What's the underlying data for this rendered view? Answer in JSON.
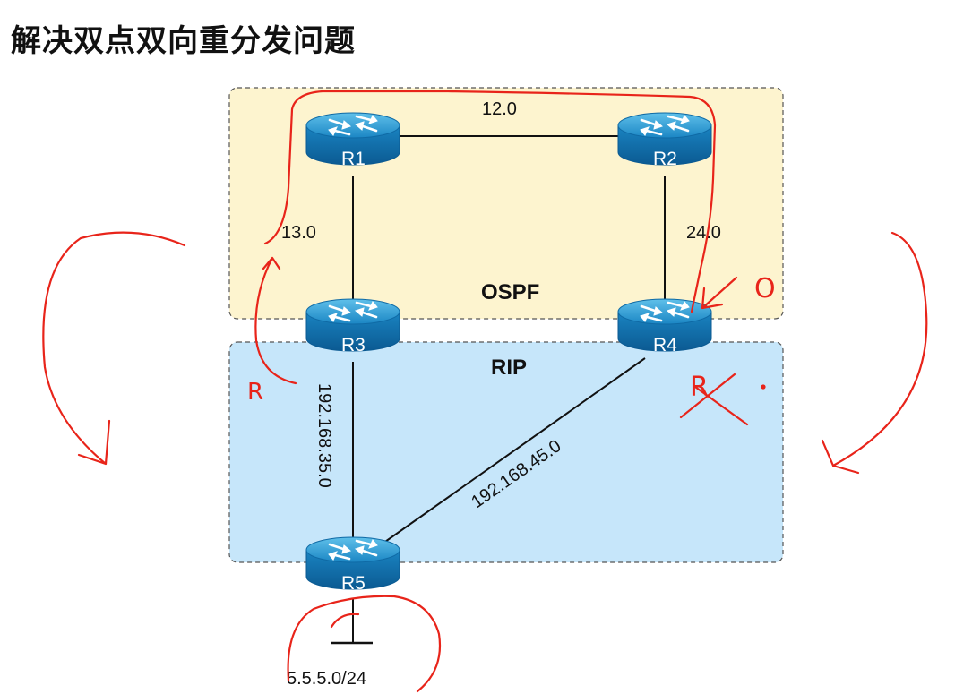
{
  "page": {
    "title": "解决双点双向重分发问题"
  },
  "areas": {
    "ospf": "OSPF",
    "rip": "RIP"
  },
  "routers": {
    "r1": "R1",
    "r2": "R2",
    "r3": "R3",
    "r4": "R4",
    "r5": "R5"
  },
  "links": {
    "r1_r2": "12.0",
    "r1_r3": "13.0",
    "r2_r4": "24.0",
    "r3_r5": "192.168.35.0",
    "r4_r5": "192.168.45.0",
    "r5_stub": "5.5.5.0/24"
  },
  "annotations": {
    "r3_mark": "R",
    "r4_mark": "O",
    "r4_x_mark": "R"
  }
}
